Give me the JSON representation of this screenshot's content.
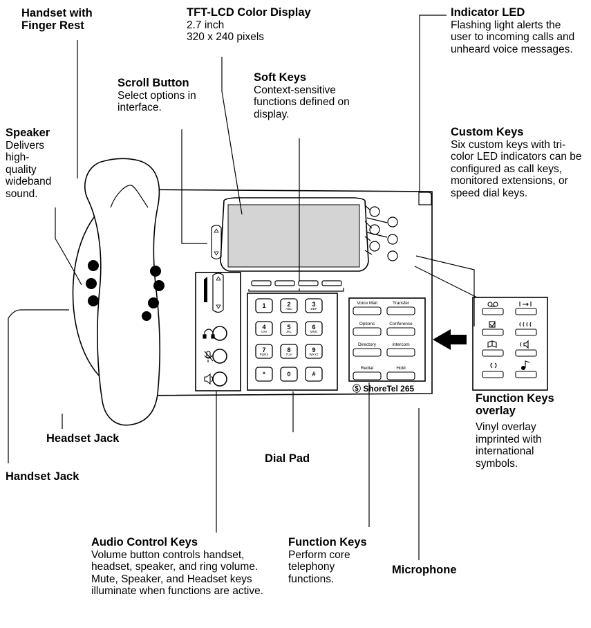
{
  "callouts": {
    "handset": {
      "title": "Handset with Finger Rest",
      "desc": ""
    },
    "display": {
      "title": "TFT-LCD Color Display",
      "desc": "2.7 inch\n320 x 240 pixels"
    },
    "indicator": {
      "title": "Indicator LED",
      "desc": "Flashing light alerts the user to incoming calls and unheard voice messages."
    },
    "scroll": {
      "title": "Scroll Button",
      "desc": "Select options in interface."
    },
    "softkeys": {
      "title": "Soft Keys",
      "desc": "Context-sensitive functions defined on display."
    },
    "speaker": {
      "title": "Speaker",
      "desc": "Delivers high-quality wideband sound."
    },
    "custom": {
      "title": "Custom Keys",
      "desc": "Six custom keys with tri-color LED indicators can be configured as call keys, monitored extensions, or speed dial keys."
    },
    "overlay": {
      "title": "Function Keys overlay",
      "desc": "Vinyl overlay imprinted with international symbols."
    },
    "audio": {
      "title": "Audio Control Keys",
      "desc": "Volume button controls handset, headset, speaker, and ring volume. Mute, Speaker, and Headset keys illuminate when functions are active."
    },
    "function": {
      "title": "Function Keys",
      "desc": "Perform core telephony functions."
    }
  },
  "labels": {
    "headset_jack": "Headset Jack",
    "handset_jack": "Handset Jack",
    "dial_pad": "Dial Pad",
    "microphone": "Microphone"
  },
  "function_keys": [
    "Voice Mail",
    "Transfer",
    "Options",
    "Conference",
    "Directory",
    "Intercom",
    "Redial",
    "Hold"
  ],
  "dial_pad": [
    {
      "d": "1",
      "s": ""
    },
    {
      "d": "2",
      "s": "ABC"
    },
    {
      "d": "3",
      "s": "DEF"
    },
    {
      "d": "4",
      "s": "GHI"
    },
    {
      "d": "5",
      "s": "JKL"
    },
    {
      "d": "6",
      "s": "MNO"
    },
    {
      "d": "7",
      "s": "PQRS"
    },
    {
      "d": "8",
      "s": "TUV"
    },
    {
      "d": "9",
      "s": "WXYZ"
    },
    {
      "d": "*",
      "s": ""
    },
    {
      "d": "0",
      "s": ""
    },
    {
      "d": "#",
      "s": ""
    }
  ],
  "brand": "ShoreTel 265"
}
